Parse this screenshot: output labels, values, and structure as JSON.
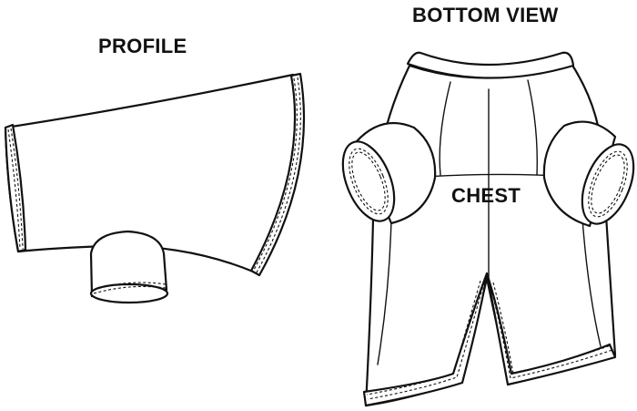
{
  "labels": {
    "profile": "PROFILE",
    "bottom_view": "BOTTOM VIEW",
    "chest": "CHEST"
  },
  "colors": {
    "line": "#111111",
    "background": "#ffffff"
  }
}
